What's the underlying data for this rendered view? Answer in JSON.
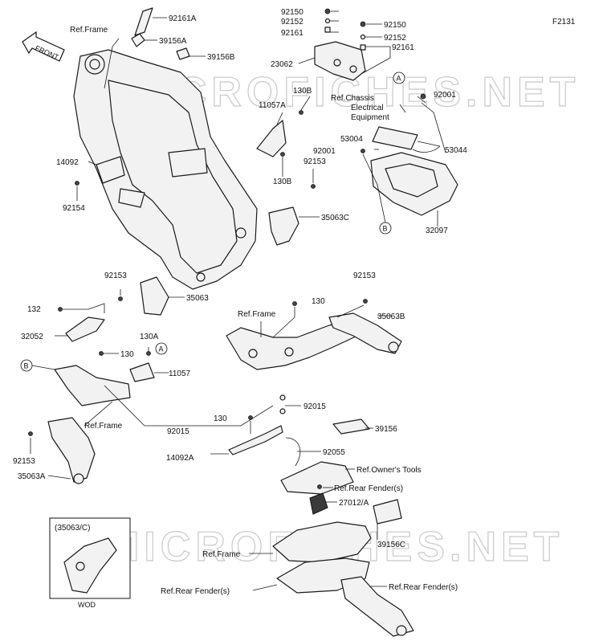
{
  "figure_code": "F2131",
  "watermark": "MICROFICHES.NET",
  "front_label": "FRONT",
  "inset": {
    "title": "(35063/C)",
    "caption": "WOD"
  },
  "callouts": {
    "A": "A",
    "B": "B"
  },
  "labels": {
    "ref_frame": "Ref.Frame",
    "ref_chassis_1": "Ref.Chassis",
    "ref_chassis_2": "Electrical",
    "ref_chassis_3": "Equipment",
    "ref_owners_tools": "Ref.Owner's Tools",
    "ref_rear_fender": "Ref.Rear Fender(s)",
    "p92161A": "92161A",
    "p39156A": "39156A",
    "p39156B": "39156B",
    "p92150": "92150",
    "p92152": "92152",
    "p92161": "92161",
    "p23062": "23062",
    "p130B": "130B",
    "p11057A": "11057A",
    "p92001": "92001",
    "p53004": "53004",
    "p53044": "53044",
    "p92153": "92153",
    "p35063C": "35063C",
    "p32097": "32097",
    "p14092": "14092",
    "p92154": "92154",
    "p35063": "35063",
    "p130": "130",
    "p35063B": "35063B",
    "p132": "132",
    "p32052": "32052",
    "p130A": "130A",
    "p11057": "11057",
    "p92015": "92015",
    "p39156": "39156",
    "p14092A": "14092A",
    "p92055": "92055",
    "p35063A": "35063A",
    "p27012A": "27012/A",
    "p39156C": "39156C"
  }
}
